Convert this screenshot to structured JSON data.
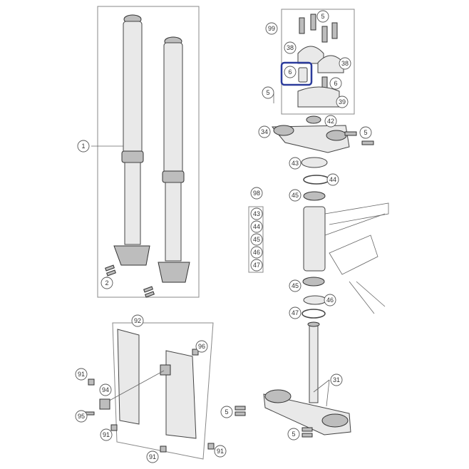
{
  "callouts": {
    "c1": "1",
    "c2": "2",
    "c99": "99",
    "c5a": "5",
    "c38a": "38",
    "c38b": "38",
    "c6a": "6",
    "c6b": "6",
    "c5b": "5",
    "c39": "39",
    "c42": "42",
    "c34": "34",
    "c5c": "5",
    "c43a": "43",
    "c44a": "44",
    "c45a": "45",
    "c98": "98",
    "k43": "43",
    "k44": "44",
    "k45": "45",
    "k46": "46",
    "k47": "47",
    "c45b": "45",
    "c46": "46",
    "c47": "47",
    "c92": "92",
    "c96": "96",
    "c91a": "91",
    "c94": "94",
    "c95": "95",
    "c91b": "91",
    "c91c": "91",
    "c91d": "91",
    "c31": "31",
    "c5d": "5",
    "c5e": "5"
  },
  "highlight_color": "#2b3b9c"
}
